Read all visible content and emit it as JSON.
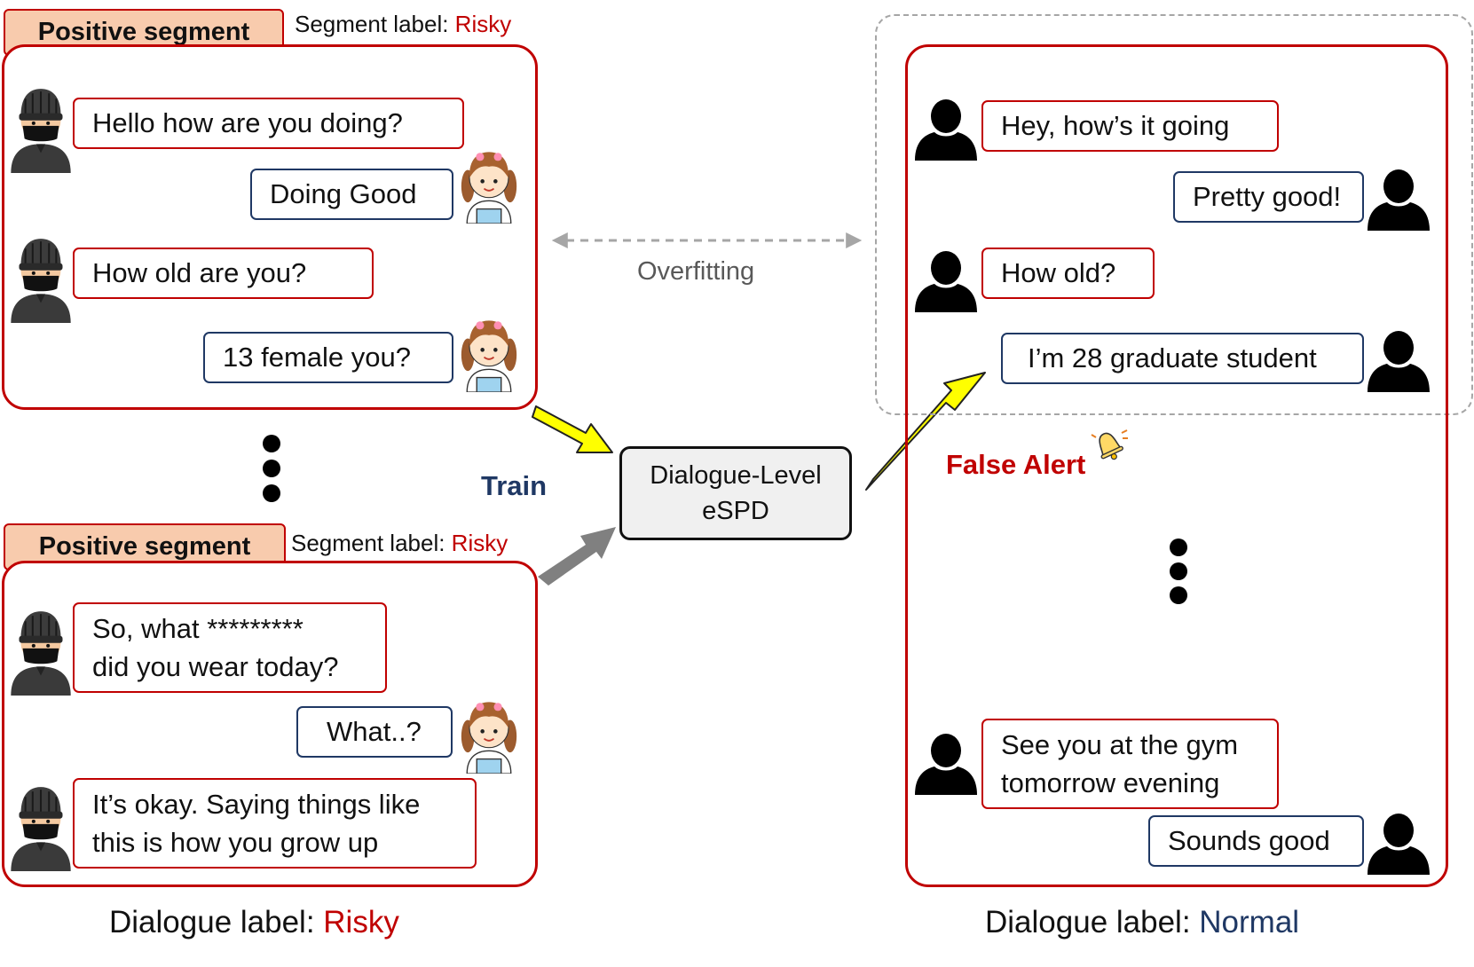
{
  "left": {
    "segment1": {
      "tag": "Positive segment",
      "label_prefix": "Segment label: ",
      "label_value": "Risky",
      "messages": [
        "Hello how are you doing?",
        "Doing Good",
        "How old are you?",
        "13 female you?"
      ]
    },
    "segment2": {
      "tag": "Positive segment",
      "label_prefix": "Segment label: ",
      "label_value": "Risky",
      "messages": [
        "So, what *********",
        "did you wear today?",
        "What..?",
        "It’s okay. Saying things like",
        "this is how you grow up"
      ]
    },
    "dialogue_label_prefix": "Dialogue label: ",
    "dialogue_label_value": "Risky"
  },
  "center": {
    "model_line1": "Dialogue-Level",
    "model_line2": "eSPD",
    "train": "Train",
    "overfitting": "Overfitting"
  },
  "right": {
    "messages": [
      "Hey, how’s it going",
      "Pretty good!",
      "How old?",
      "I’m 28 graduate student",
      "See you at the gym",
      "tomorrow evening",
      "Sounds good"
    ],
    "false_alert": "False Alert",
    "dialogue_label_prefix": "Dialogue label: ",
    "dialogue_label_value": "Normal"
  },
  "colors": {
    "risky_red": "#c00000",
    "normal_blue": "#1f3864",
    "segment_fill": "#f8cbad",
    "arrow_yellow": "#ffff00",
    "arrow_gray": "#808080"
  },
  "icons": [
    "masked-person-icon",
    "girl-icon",
    "person-silhouette-icon",
    "bell-icon"
  ]
}
